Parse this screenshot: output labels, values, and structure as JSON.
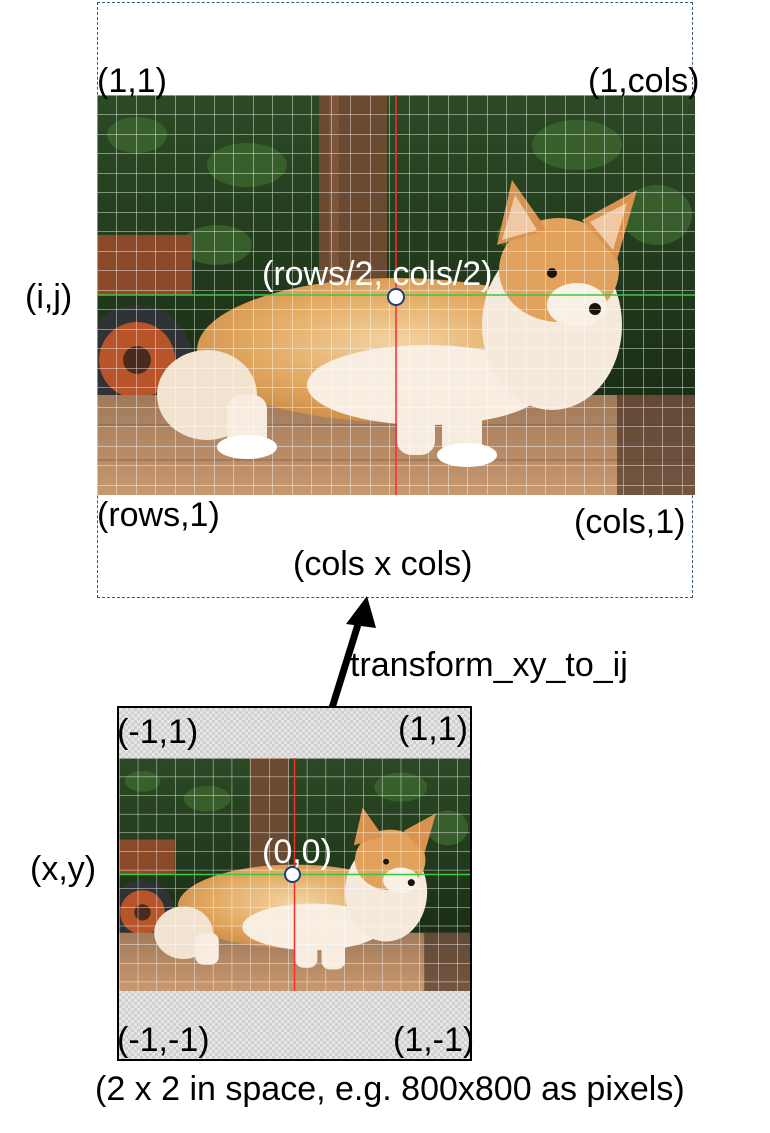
{
  "top": {
    "corner_tl": "(1,1)",
    "corner_tr": "(1,cols)",
    "corner_bl": "(rows,1)",
    "corner_br": "(cols,1)",
    "side_label": "(i,j)",
    "center_label": "(rows/2, cols/2)",
    "size_label": "(cols x cols)"
  },
  "arrow": {
    "label": "transform_xy_to_ij"
  },
  "bottom": {
    "corner_tl": "(-1,1)",
    "corner_tr": "(1,1)",
    "corner_bl": "(-1,-1)",
    "corner_br": "(1,-1)",
    "side_label": "(x,y)",
    "center_label": "(0,0)",
    "size_label": "(2 x 2 in space, e.g. 800x800 as pixels)"
  },
  "colors": {
    "frame_dashed": "#3a5a7a",
    "grid": "#ffffff",
    "vertical_axis": "#ff2a2a",
    "horizontal_axis": "#3cc83c",
    "marker_border": "#1f3f7a"
  }
}
